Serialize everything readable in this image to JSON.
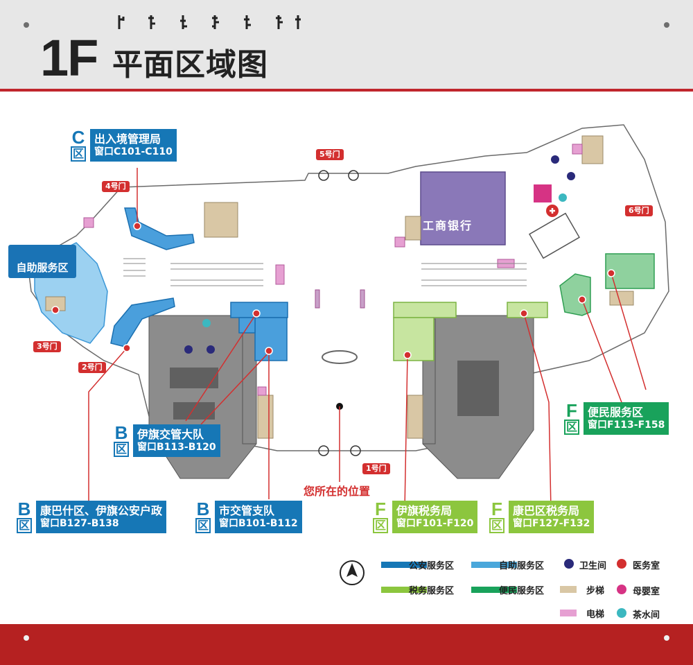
{
  "header": {
    "title_big": "1F",
    "title_small": "平面区域图",
    "mongolian_script": "ᠨᠢᠭᠡ ᠳᠠᠪᠬᠤᠷ"
  },
  "doors": {
    "d1": "1号门",
    "d2": "2号门",
    "d3": "3号门",
    "d4": "4号门",
    "d5": "5号门",
    "d6": "6号门"
  },
  "areas": {
    "self_service": "自助服务区",
    "bank": "工商银行",
    "you_are_here": "您所在的位置"
  },
  "zones": [
    {
      "letter": "C",
      "qu": "区",
      "name": "出入境管理局",
      "window": "窗口C101-C110",
      "color": "#1677b6"
    },
    {
      "letter": "B",
      "qu": "区",
      "name": "伊旗交管大队",
      "window": "窗口B113-B120",
      "color": "#1677b6"
    },
    {
      "letter": "B",
      "qu": "区",
      "name": "康巴什区、伊旗公安户政",
      "window": "窗口B127-B138",
      "color": "#1677b6"
    },
    {
      "letter": "B",
      "qu": "区",
      "name": "市交管支队",
      "window": "窗口B101-B112",
      "color": "#1677b6"
    },
    {
      "letter": "F",
      "qu": "区",
      "name": "伊旗税务局",
      "window": "窗口F101-F120",
      "color": "#8cc63e"
    },
    {
      "letter": "F",
      "qu": "区",
      "name": "康巴区税务局",
      "window": "窗口F127-F132",
      "color": "#8cc63e"
    },
    {
      "letter": "F",
      "qu": "区",
      "name": "便民服务区",
      "window": "窗口F113-F158",
      "color": "#19a25b"
    }
  ],
  "legend": {
    "north": "北",
    "public_security": "公安服务区",
    "self_service": "自助服务区",
    "tax": "税务服务区",
    "convenience": "便民服务区",
    "toilet": "卫生间",
    "stairs": "步梯",
    "elevator": "电梯",
    "medical": "医务室",
    "mother_baby": "母婴室",
    "tea": "茶水间"
  },
  "colors": {
    "public_security": "#1677b6",
    "self_service": "#4aa7db",
    "tax": "#8cc63e",
    "convenience": "#19a25b",
    "toilet": "#2a2a7a",
    "stairs": "#d9c7a5",
    "elevator": "#e6a0d2",
    "medical": "#d32f2f",
    "mother_baby": "#d63384",
    "tea": "#3cb8c0",
    "bank": "#8a78b8"
  }
}
